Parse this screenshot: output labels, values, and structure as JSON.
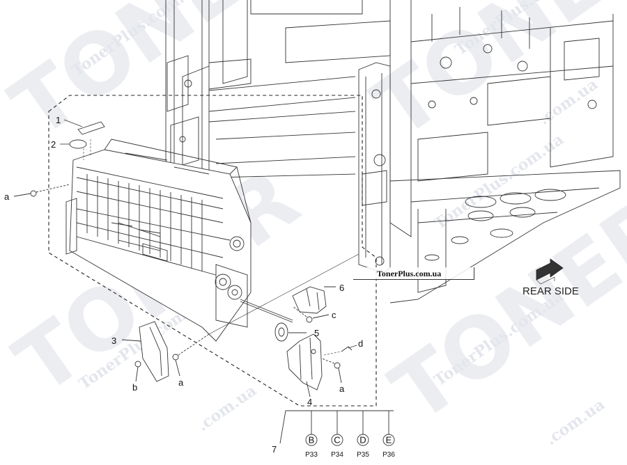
{
  "watermark": {
    "brand": "TONER",
    "site": "TonerPlus.com.ua",
    "site_short": ".com.ua"
  },
  "site_label": "TonerPlus.com.ua",
  "direction_label": "REAR SIDE",
  "callouts": {
    "p1": "1",
    "p2": "2",
    "p3": "3",
    "p4": "4",
    "p5": "5",
    "p6": "6",
    "p7": "7",
    "screw_a_left": "a",
    "screw_a_bottom": "a",
    "screw_a_right": "a",
    "screw_b": "b",
    "screw_c": "c",
    "screw_d": "d"
  },
  "references": [
    {
      "letter": "B",
      "page": "P33"
    },
    {
      "letter": "C",
      "page": "P34"
    },
    {
      "letter": "D",
      "page": "P35"
    },
    {
      "letter": "E",
      "page": "P36"
    }
  ],
  "colors": {
    "line": "#333333",
    "watermark": "#dcdfe6",
    "background": "#ffffff"
  }
}
